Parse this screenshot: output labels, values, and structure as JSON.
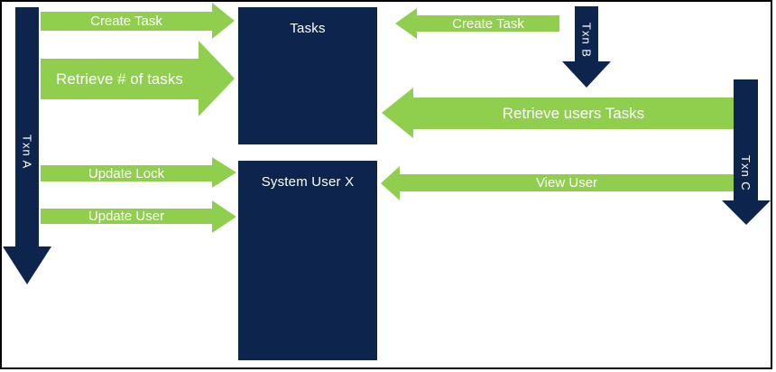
{
  "diagram": {
    "colors": {
      "navy": "#0d254c",
      "green": "#90ce4e",
      "background": "#ffffff",
      "border": "#000000",
      "text_light": "#ffffff"
    },
    "entities": [
      {
        "id": "tasks",
        "label": "Tasks"
      },
      {
        "id": "system-user-x",
        "label": "System User X"
      }
    ],
    "transactions": [
      {
        "id": "txn-a",
        "label": "Txn A"
      },
      {
        "id": "txn-b",
        "label": "Txn B"
      },
      {
        "id": "txn-c",
        "label": "Txn C"
      }
    ],
    "arrows": [
      {
        "id": "create-task-a",
        "label": "Create Task",
        "from": "Txn A",
        "to": "Tasks",
        "direction": "right"
      },
      {
        "id": "retrieve-num-tasks",
        "label": "Retrieve # of tasks",
        "from": "Txn A",
        "to": "Tasks",
        "direction": "right"
      },
      {
        "id": "create-task-b",
        "label": "Create Task",
        "from": "Txn B",
        "to": "Tasks",
        "direction": "left"
      },
      {
        "id": "retrieve-users-tasks",
        "label": "Retrieve users Tasks",
        "from": "Txn C",
        "to": "Tasks",
        "direction": "left"
      },
      {
        "id": "update-lock",
        "label": "Update Lock",
        "from": "Txn A",
        "to": "System User X",
        "direction": "right"
      },
      {
        "id": "view-user",
        "label": "View User",
        "from": "Txn C",
        "to": "System User X",
        "direction": "left"
      },
      {
        "id": "update-user",
        "label": "Update User",
        "from": "Txn A",
        "to": "System User X",
        "direction": "right"
      }
    ]
  }
}
